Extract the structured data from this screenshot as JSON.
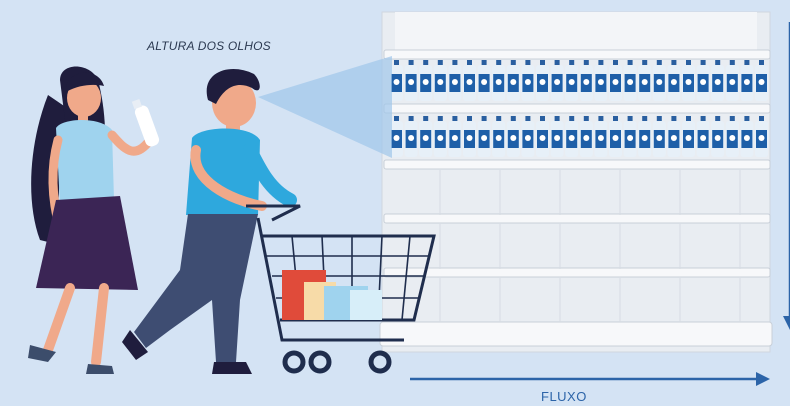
{
  "labels": {
    "eye_level": "ALTURA DOS OLHOS",
    "flow": "FLUXO"
  },
  "colors": {
    "background": "#d4e3f4",
    "accent_arrow": "#2c64a8",
    "shelf": "#f2f4f7",
    "product_blue": "#1e5fa8"
  },
  "illustration": {
    "woman": "woman-holding-bottle",
    "man": "man-pushing-cart",
    "cart": "shopping-cart",
    "shelf": "supermarket-shelf",
    "products": "blue-bottles"
  }
}
